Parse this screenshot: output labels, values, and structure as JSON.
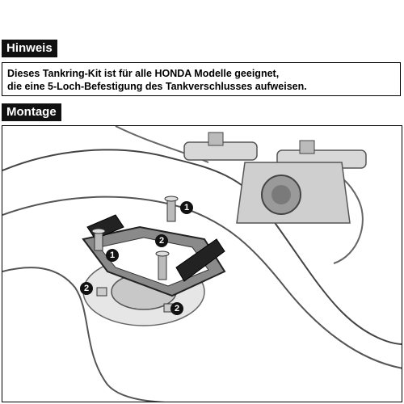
{
  "notice": {
    "heading": "Hinweis",
    "lines": [
      "Dieses Tankring-Kit ist für alle HONDA Modelle geeignet,",
      "die eine 5-Loch-Befestigung des Tankverschlusses aufweisen."
    ]
  },
  "assembly": {
    "heading": "Montage",
    "markers": [
      "1",
      "2",
      "1",
      "2",
      "2"
    ]
  }
}
